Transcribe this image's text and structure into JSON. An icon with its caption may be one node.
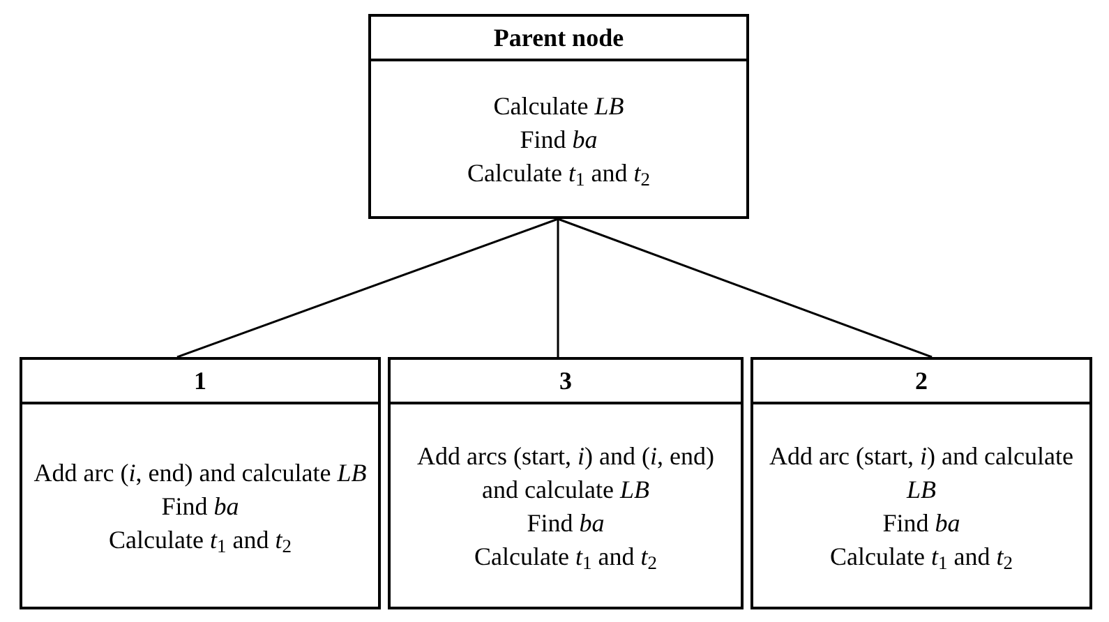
{
  "diagram": {
    "nodes": [
      {
        "text": [
          "Parent node",
          "Calculate *LB*",
          "Find *ba*",
          "Calculate *t*$_{1}$ and *t*$_{2}$"
        ]
      },
      {
        "text": [
          "1",
          "Add arc (*i*, end) and calculate *LB*",
          "Find *ba*",
          "Calculate *t*$_{1}$ and *t*$_{2}$"
        ]
      },
      {
        "text": [
          "3",
          "Add arcs (start, *i*) and (*i*, end) and calculate *LB*",
          "Find *ba*",
          "Calculate *t*$_{1}$ and *t*$_{2}$"
        ]
      },
      {
        "text": [
          "2",
          "Add arc (start, *i*) and calculate *LB*",
          "Find *ba*",
          "Calculate *t*$_{1}$ and *t*$_{2}$"
        ]
      }
    ],
    "edges": [
      {
        "from": 0,
        "to": 1,
        "arrow": "none"
      },
      {
        "from": 0,
        "to": 2,
        "arrow": "none"
      },
      {
        "from": 0,
        "to": 3,
        "arrow": "none"
      }
    ]
  }
}
